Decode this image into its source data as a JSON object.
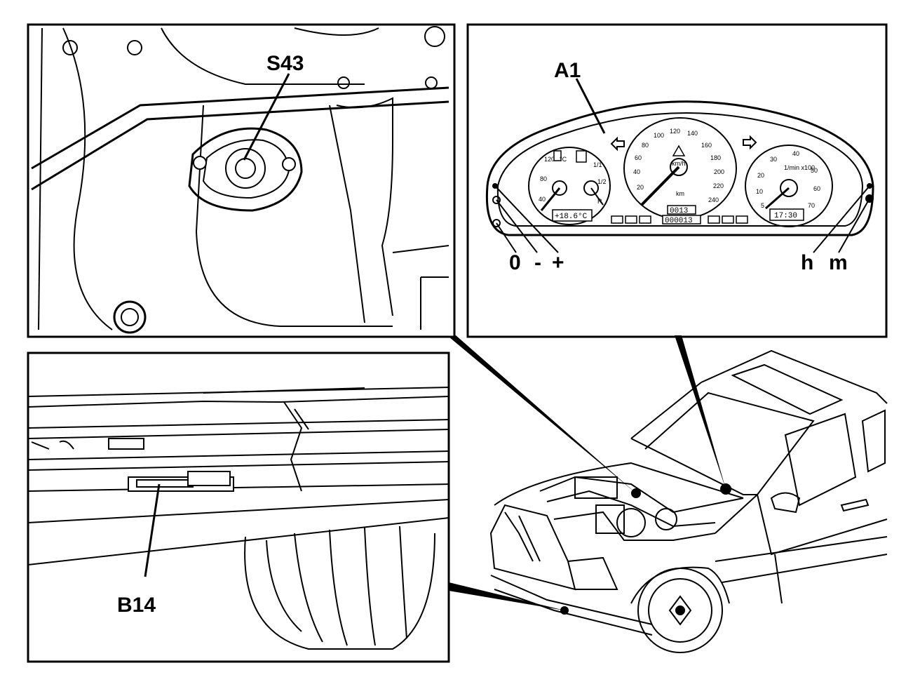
{
  "labels": {
    "s43": "S43",
    "a1": "A1",
    "b14": "B14",
    "btn_0": "0",
    "btn_minus": "-",
    "btn_plus": "+",
    "btn_h": "h",
    "btn_m": "m"
  },
  "cluster": {
    "speedometer_ticks": [
      "20",
      "40",
      "60",
      "80",
      "100",
      "120",
      "140",
      "160",
      "180",
      "200",
      "220",
      "240"
    ],
    "speed_unit": "km/h",
    "tachometer_ticks": [
      "5",
      "10",
      "20",
      "30",
      "40",
      "50",
      "60",
      "70"
    ],
    "tach_unit": "1/min\nx100",
    "temp_ticks": [
      "40",
      "80",
      "120"
    ],
    "temp_unit": "°C",
    "fuel_ticks": [
      "1/1",
      "1/2",
      "R"
    ],
    "outside_temp": "+18.6°C",
    "clock": "17:30",
    "trip": "0013",
    "odometer": "000013",
    "odo_unit": "km"
  }
}
